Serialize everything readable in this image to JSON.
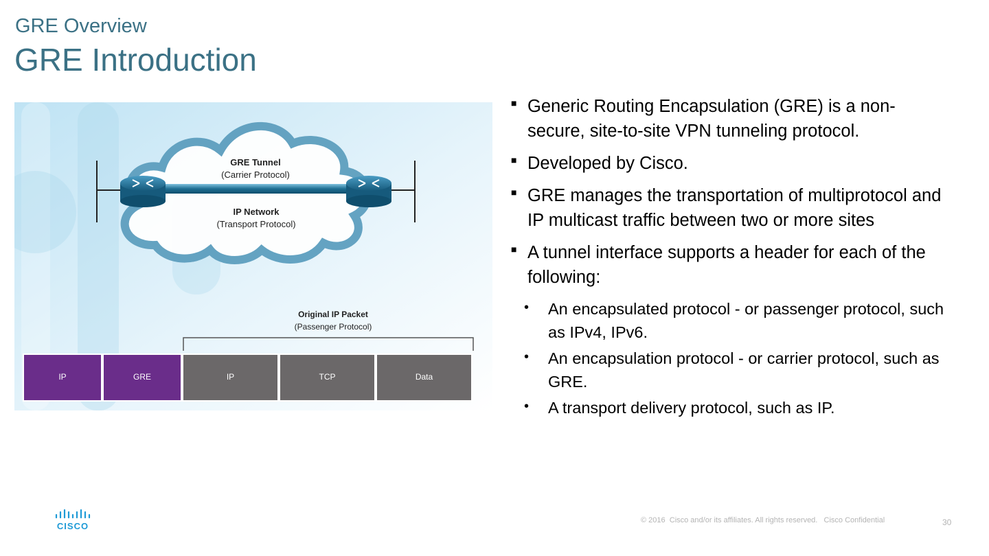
{
  "slide": {
    "subtitle": "GRE Overview",
    "title": "GRE Introduction",
    "page_number": "30",
    "footer": "© 2016  Cisco and/or its affiliates. All rights reserved.   Cisco Confidential",
    "logo_text": "CISCO"
  },
  "figure": {
    "tunnel_label": "GRE Tunnel",
    "tunnel_sublabel": "(Carrier Protocol)",
    "network_label": "IP Network",
    "network_sublabel": "(Transport Protocol)",
    "packet_label": "Original IP Packet",
    "packet_sublabel": "(Passenger Protocol)",
    "packet_fields": [
      {
        "label": "IP",
        "color": "#6a2d8a"
      },
      {
        "label": "GRE",
        "color": "#6a2d8a"
      },
      {
        "label": "IP",
        "color": "#6b6869"
      },
      {
        "label": "TCP",
        "color": "#6b6869"
      },
      {
        "label": "Data",
        "color": "#6b6869"
      }
    ]
  },
  "bullets": [
    {
      "text": "Generic Routing Encapsulation (GRE) is a non-secure, site-to-site VPN tunneling protocol."
    },
    {
      "text": "Developed by Cisco."
    },
    {
      "text": "GRE manages the transportation of multiprotocol and IP multicast traffic between two or more sites"
    },
    {
      "text": "A tunnel interface supports a header for each of the following:"
    }
  ],
  "sub_bullets": [
    {
      "text": "An encapsulated protocol  - or passenger protocol, such as IPv4, IPv6."
    },
    {
      "text": "An encapsulation protocol  - or carrier protocol, such as GRE."
    },
    {
      "text": "A transport delivery protocol, such as IP."
    }
  ],
  "colors": {
    "title": "#3b7185",
    "router": "#2a6e8f",
    "passenger": "#6a2d8a",
    "packet_gray": "#6b6869"
  }
}
